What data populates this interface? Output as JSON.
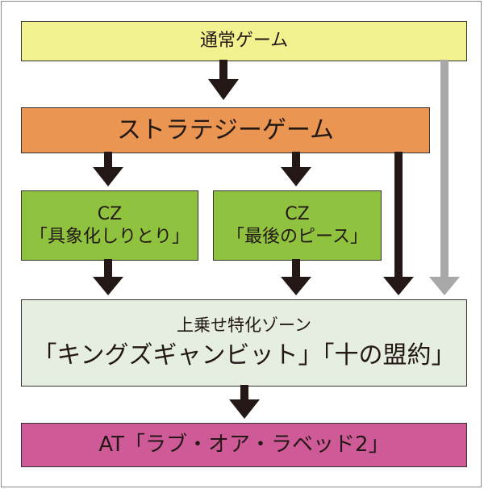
{
  "colors": {
    "normal_fill": "#f3f291",
    "strategy_fill": "#ea9551",
    "cz_fill": "#8fc23f",
    "uwanose_fill": "#e6efdf",
    "at_fill": "#cf5a98",
    "arrow_dark": "#231815",
    "arrow_gray": "#a8a8a8"
  },
  "flow": {
    "normal_game": "通常ゲーム",
    "strategy_game": "ストラテジーゲーム",
    "cz1": {
      "title": "CZ",
      "name": "「具象化しりとり」"
    },
    "cz2": {
      "title": "CZ",
      "name": "「最後のピース」"
    },
    "uwanose": {
      "subtitle": "上乗せ特化ゾーン",
      "name": "「キングズギャンビット」「十の盟約」"
    },
    "at": "AT「ラブ・オア・ラベッド2」"
  }
}
